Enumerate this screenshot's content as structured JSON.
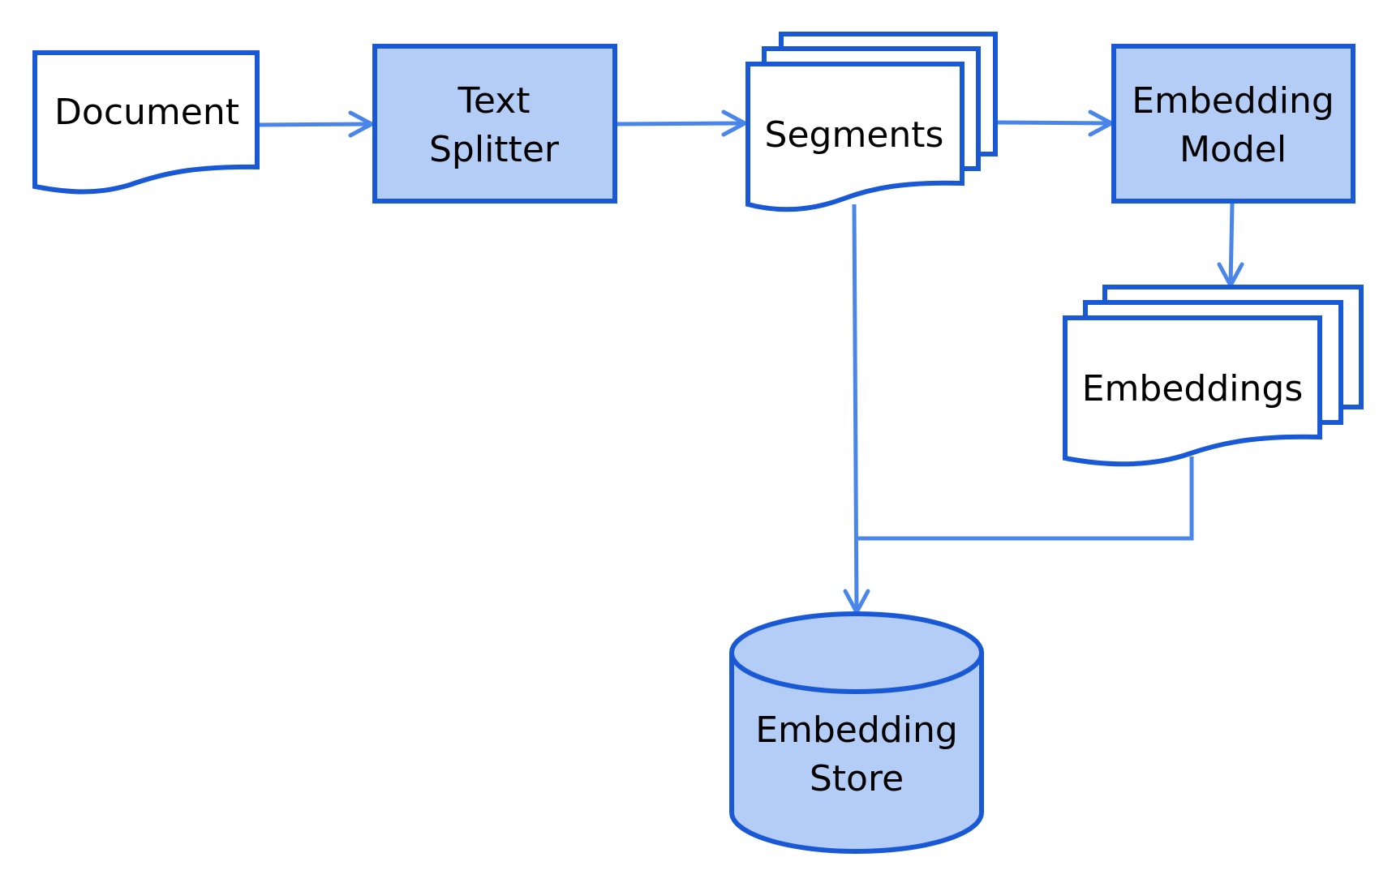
{
  "colors": {
    "stroke": "#1a59d6",
    "fill_highlight": "#b4cdf7",
    "fill_plain": "#ffffff",
    "connector": "#4a86ea",
    "text": "#000000"
  },
  "nodes": {
    "document": {
      "label_line1": "Document",
      "shape": "document"
    },
    "text_splitter": {
      "label_line1": "Text",
      "label_line2": "Splitter",
      "shape": "process"
    },
    "segments": {
      "label_line1": "Segments",
      "shape": "multi-document"
    },
    "embedding_model": {
      "label_line1": "Embedding",
      "label_line2": "Model",
      "shape": "process"
    },
    "embeddings": {
      "label_line1": "Embeddings",
      "shape": "multi-document"
    },
    "embedding_store": {
      "label_line1": "Embedding",
      "label_line2": "Store",
      "shape": "database"
    }
  },
  "edges": [
    {
      "from": "document",
      "to": "text_splitter"
    },
    {
      "from": "text_splitter",
      "to": "segments"
    },
    {
      "from": "segments",
      "to": "embedding_model"
    },
    {
      "from": "embedding_model",
      "to": "embeddings"
    },
    {
      "from": "segments",
      "to": "embedding_store"
    },
    {
      "from": "embeddings",
      "to": "embedding_store"
    }
  ]
}
